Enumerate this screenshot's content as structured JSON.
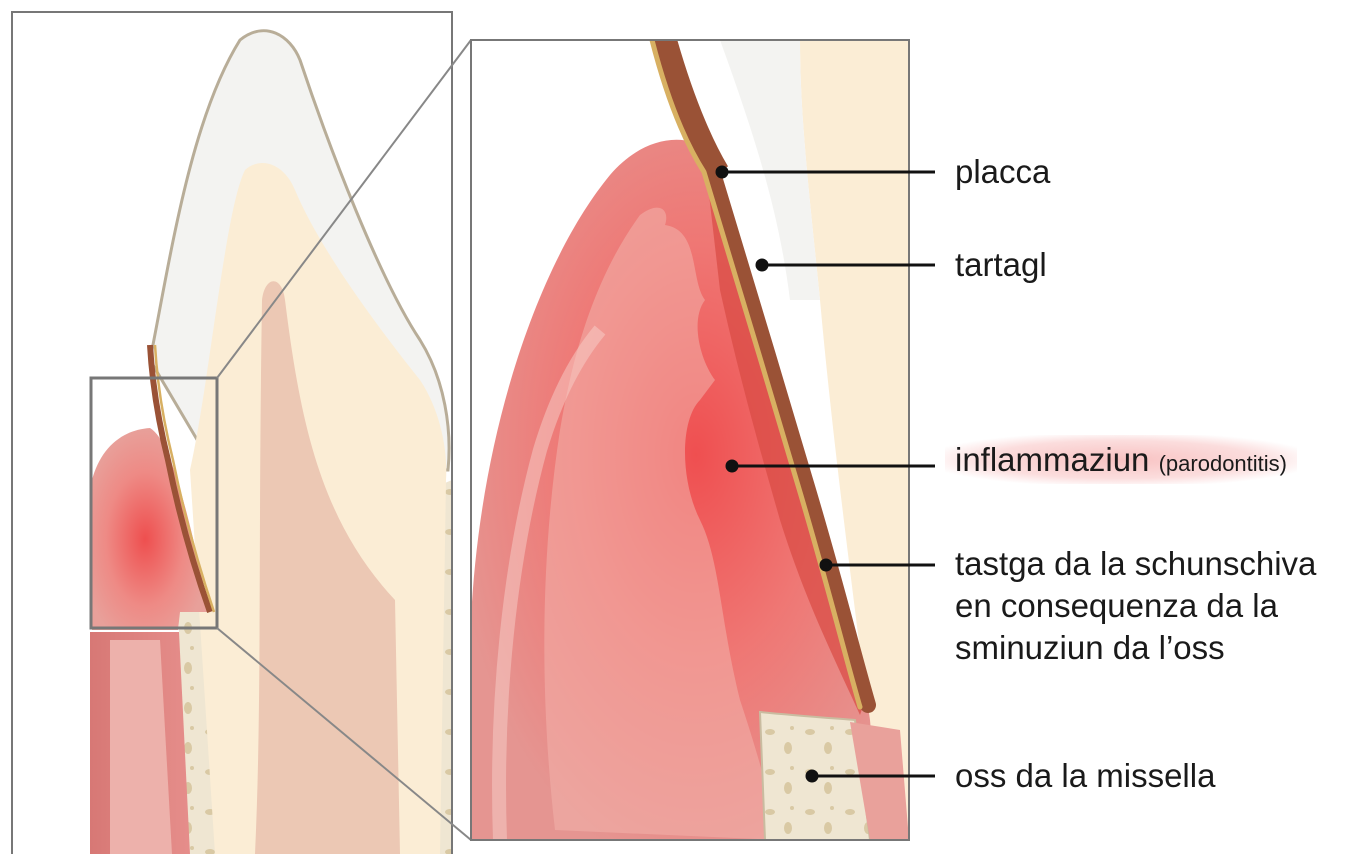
{
  "labels": {
    "placca": "placca",
    "tartagl": "tartagl",
    "inflammaziun": "inflammaziun",
    "inflammaziun_note": "(parodontitis)",
    "tastga": "tastga da la schunschiva en consequenza da la sminuziun da l’oss",
    "oss": "oss da la missella"
  },
  "colors": {
    "enamel": "#f4f4f2",
    "dentin": "#fbeed6",
    "pulp": "#ecc8b4",
    "gum": "#e88a86",
    "inflammation": "#ef5f5c",
    "plaque": "#d8b062",
    "tartar": "#9a5236",
    "bone": "#eee5d1",
    "frame": "#777777"
  }
}
